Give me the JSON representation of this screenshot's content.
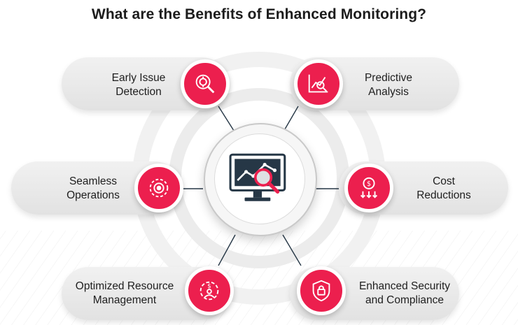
{
  "title": "What are the Benefits of Enhanced Monitoring?",
  "colors": {
    "accent": "#ec1f4e",
    "dark": "#263746",
    "pill": "#e8e8e8"
  },
  "center": {
    "icon": "monitor-analytics-icon"
  },
  "benefits": [
    {
      "label": "Early Issue\nDetection",
      "icon": "search-target-icon"
    },
    {
      "label": "Predictive\nAnalysis",
      "icon": "chart-magnifier-icon"
    },
    {
      "label": "Seamless\nOperations",
      "icon": "gear-cycle-icon"
    },
    {
      "label": "Cost\nReductions",
      "icon": "coin-down-arrows-icon"
    },
    {
      "label": "Optimized Resource\nManagement",
      "icon": "gear-dollar-person-icon"
    },
    {
      "label": "Enhanced Security\nand Compliance",
      "icon": "shield-lock-icon"
    }
  ]
}
